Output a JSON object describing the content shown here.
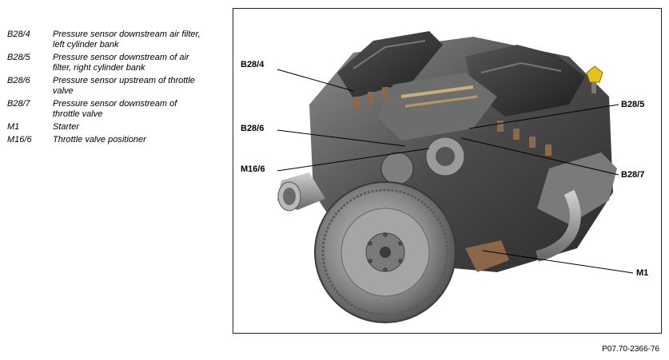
{
  "legend": [
    {
      "code": "B28/4",
      "description": "Pressure sensor downstream air filter, left cylinder bank"
    },
    {
      "code": "B28/5",
      "description": "Pressure sensor downstream of air filter, right cylinder bank"
    },
    {
      "code": "B28/6",
      "description": "Pressure sensor upstream of throttle valve"
    },
    {
      "code": "B28/7",
      "description": "Pressure sensor downstream of throttle valve"
    },
    {
      "code": "M1",
      "description": "Starter"
    },
    {
      "code": "M16/6",
      "description": "Throttle valve positioner"
    }
  ],
  "callouts": {
    "b28_4": "B28/4",
    "b28_6": "B28/6",
    "m16_6": "M16/6",
    "b28_5": "B28/5",
    "b28_7": "B28/7",
    "m1": "M1"
  },
  "figure_id": "P07.70-2366-76"
}
